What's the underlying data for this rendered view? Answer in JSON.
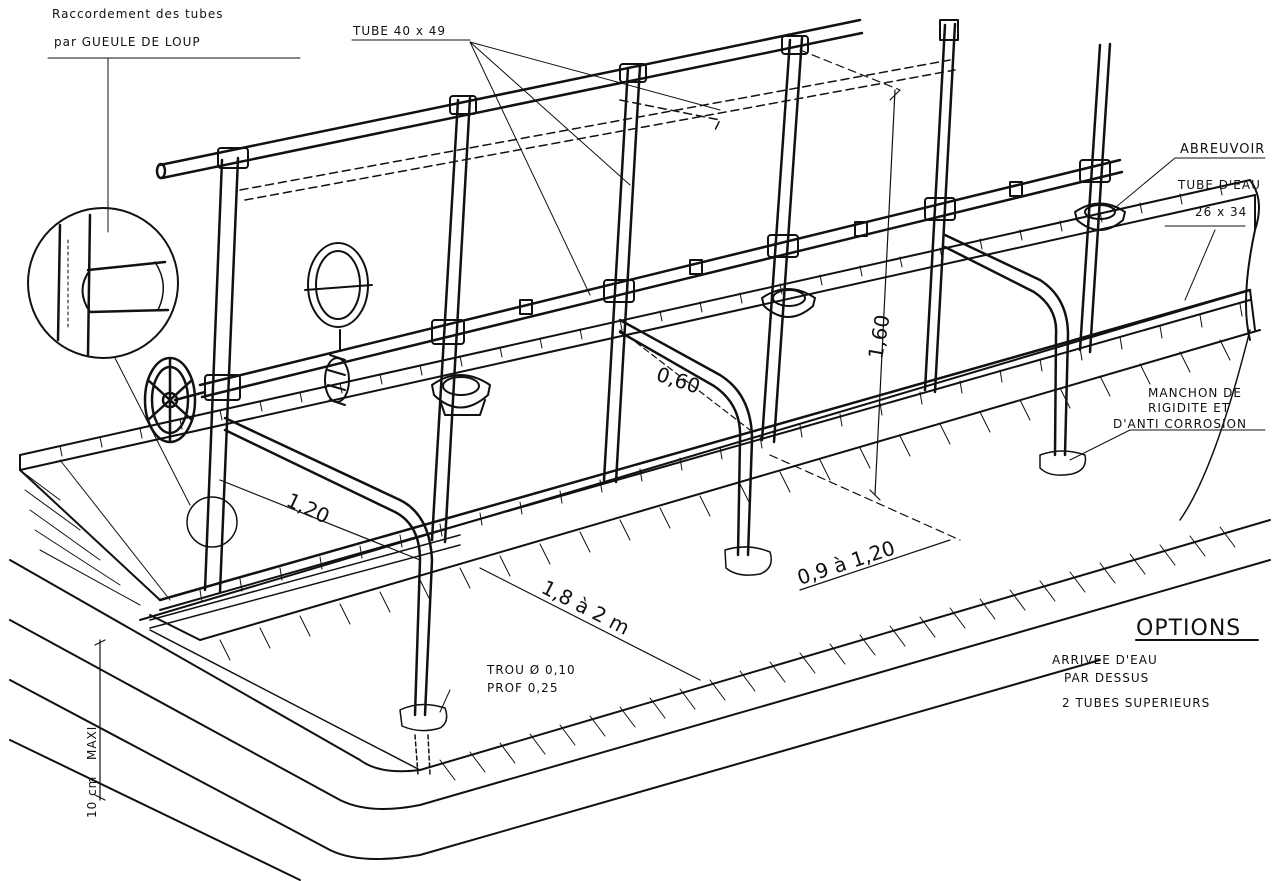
{
  "labels": {
    "raccord_line1": "Raccordement des tubes",
    "raccord_line2": "par GUEULE DE LOUP",
    "tube_top": "TUBE 40 x 49",
    "abreuvoir": "ABREUVOIR",
    "tube_eau_line1": "TUBE D'EAU",
    "tube_eau_line2": "26 x 34",
    "manchon_line1": "MANCHON DE",
    "manchon_line2": "RIGIDITE ET",
    "manchon_line3": "D'ANTI CORROSION",
    "trou_line1": "TROU Ø 0,10",
    "trou_line2": "PROF 0,25",
    "options_title": "OPTIONS",
    "options_line1": "ARRIVEE D'EAU",
    "options_line2": "PAR  DESSUS",
    "options_line3": "2 TUBES SUPERIEURS",
    "maxi": "MAXI",
    "ten_cm": "10 cm"
  },
  "dimensions": {
    "height": "1,60",
    "stall_width": "0,60",
    "stall_length": "1,20",
    "spacing": "0,9 à 1,20",
    "depth": "1,8 à 2 m"
  },
  "colors": {
    "ink": "#111111",
    "paper": "#ffffff"
  }
}
